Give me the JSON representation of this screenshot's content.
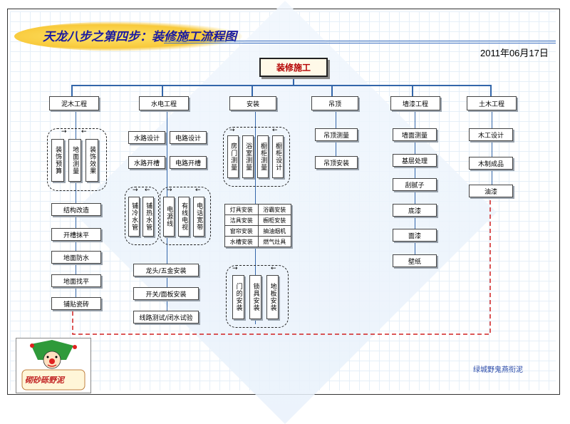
{
  "title": "天龙八步之第四步：装修施工流程图",
  "date": "2011年06月17日",
  "footer": "绿城野鬼燕衔泥",
  "logo_text": "砌砂砾野泥",
  "colors": {
    "title": "#1a1aa0",
    "root_text": "#b40000",
    "lines": "#3366aa",
    "red_dash": "#d02020",
    "swoosh": "#f8c93a"
  },
  "root": "装修施工",
  "categories": [
    "泥木工程",
    "水电工程",
    "安装",
    "吊顶",
    "墙漆工程",
    "土木工程"
  ],
  "mud": {
    "pre_group": [
      "装饰预算",
      "地面测量",
      "装饰效果"
    ],
    "steps": [
      "结构改造",
      "开槽抹平",
      "地面防水",
      "地面找平",
      "铺贴瓷砖"
    ]
  },
  "hydro": {
    "water_design": "水路设计",
    "elec_design": "电路设计",
    "water_trench": "水路开槽",
    "elec_trench": "电路开槽",
    "water_group": [
      "铺冷水管",
      "铺热水管"
    ],
    "elec_group": [
      "电源线",
      "有线电视",
      "电话宽带"
    ],
    "steps": [
      "龙头/五金安装",
      "开关/面板安装",
      "线路测试/闭水试验"
    ]
  },
  "install": {
    "top_group": [
      "房门测量",
      "浴室测量",
      "橱柜测量",
      "橱柜设计"
    ],
    "table": [
      [
        "灯具安装",
        "浴霸安装"
      ],
      [
        "洁具安装",
        "橱柜安装"
      ],
      [
        "窗帘安装",
        "抽油烟机"
      ],
      [
        "水槽安装",
        "燃气灶具"
      ]
    ],
    "bottom_group": [
      "门的安装",
      "锁具安装",
      "地板安装"
    ]
  },
  "ceiling": {
    "steps": [
      "吊顶测量",
      "吊顶安装"
    ]
  },
  "paint": {
    "steps": [
      "墙面测量",
      "基层处理",
      "刮腻子",
      "底漆",
      "面漆",
      "壁纸"
    ]
  },
  "wood": {
    "steps": [
      "木工设计",
      "木制成品",
      "油漆"
    ]
  }
}
